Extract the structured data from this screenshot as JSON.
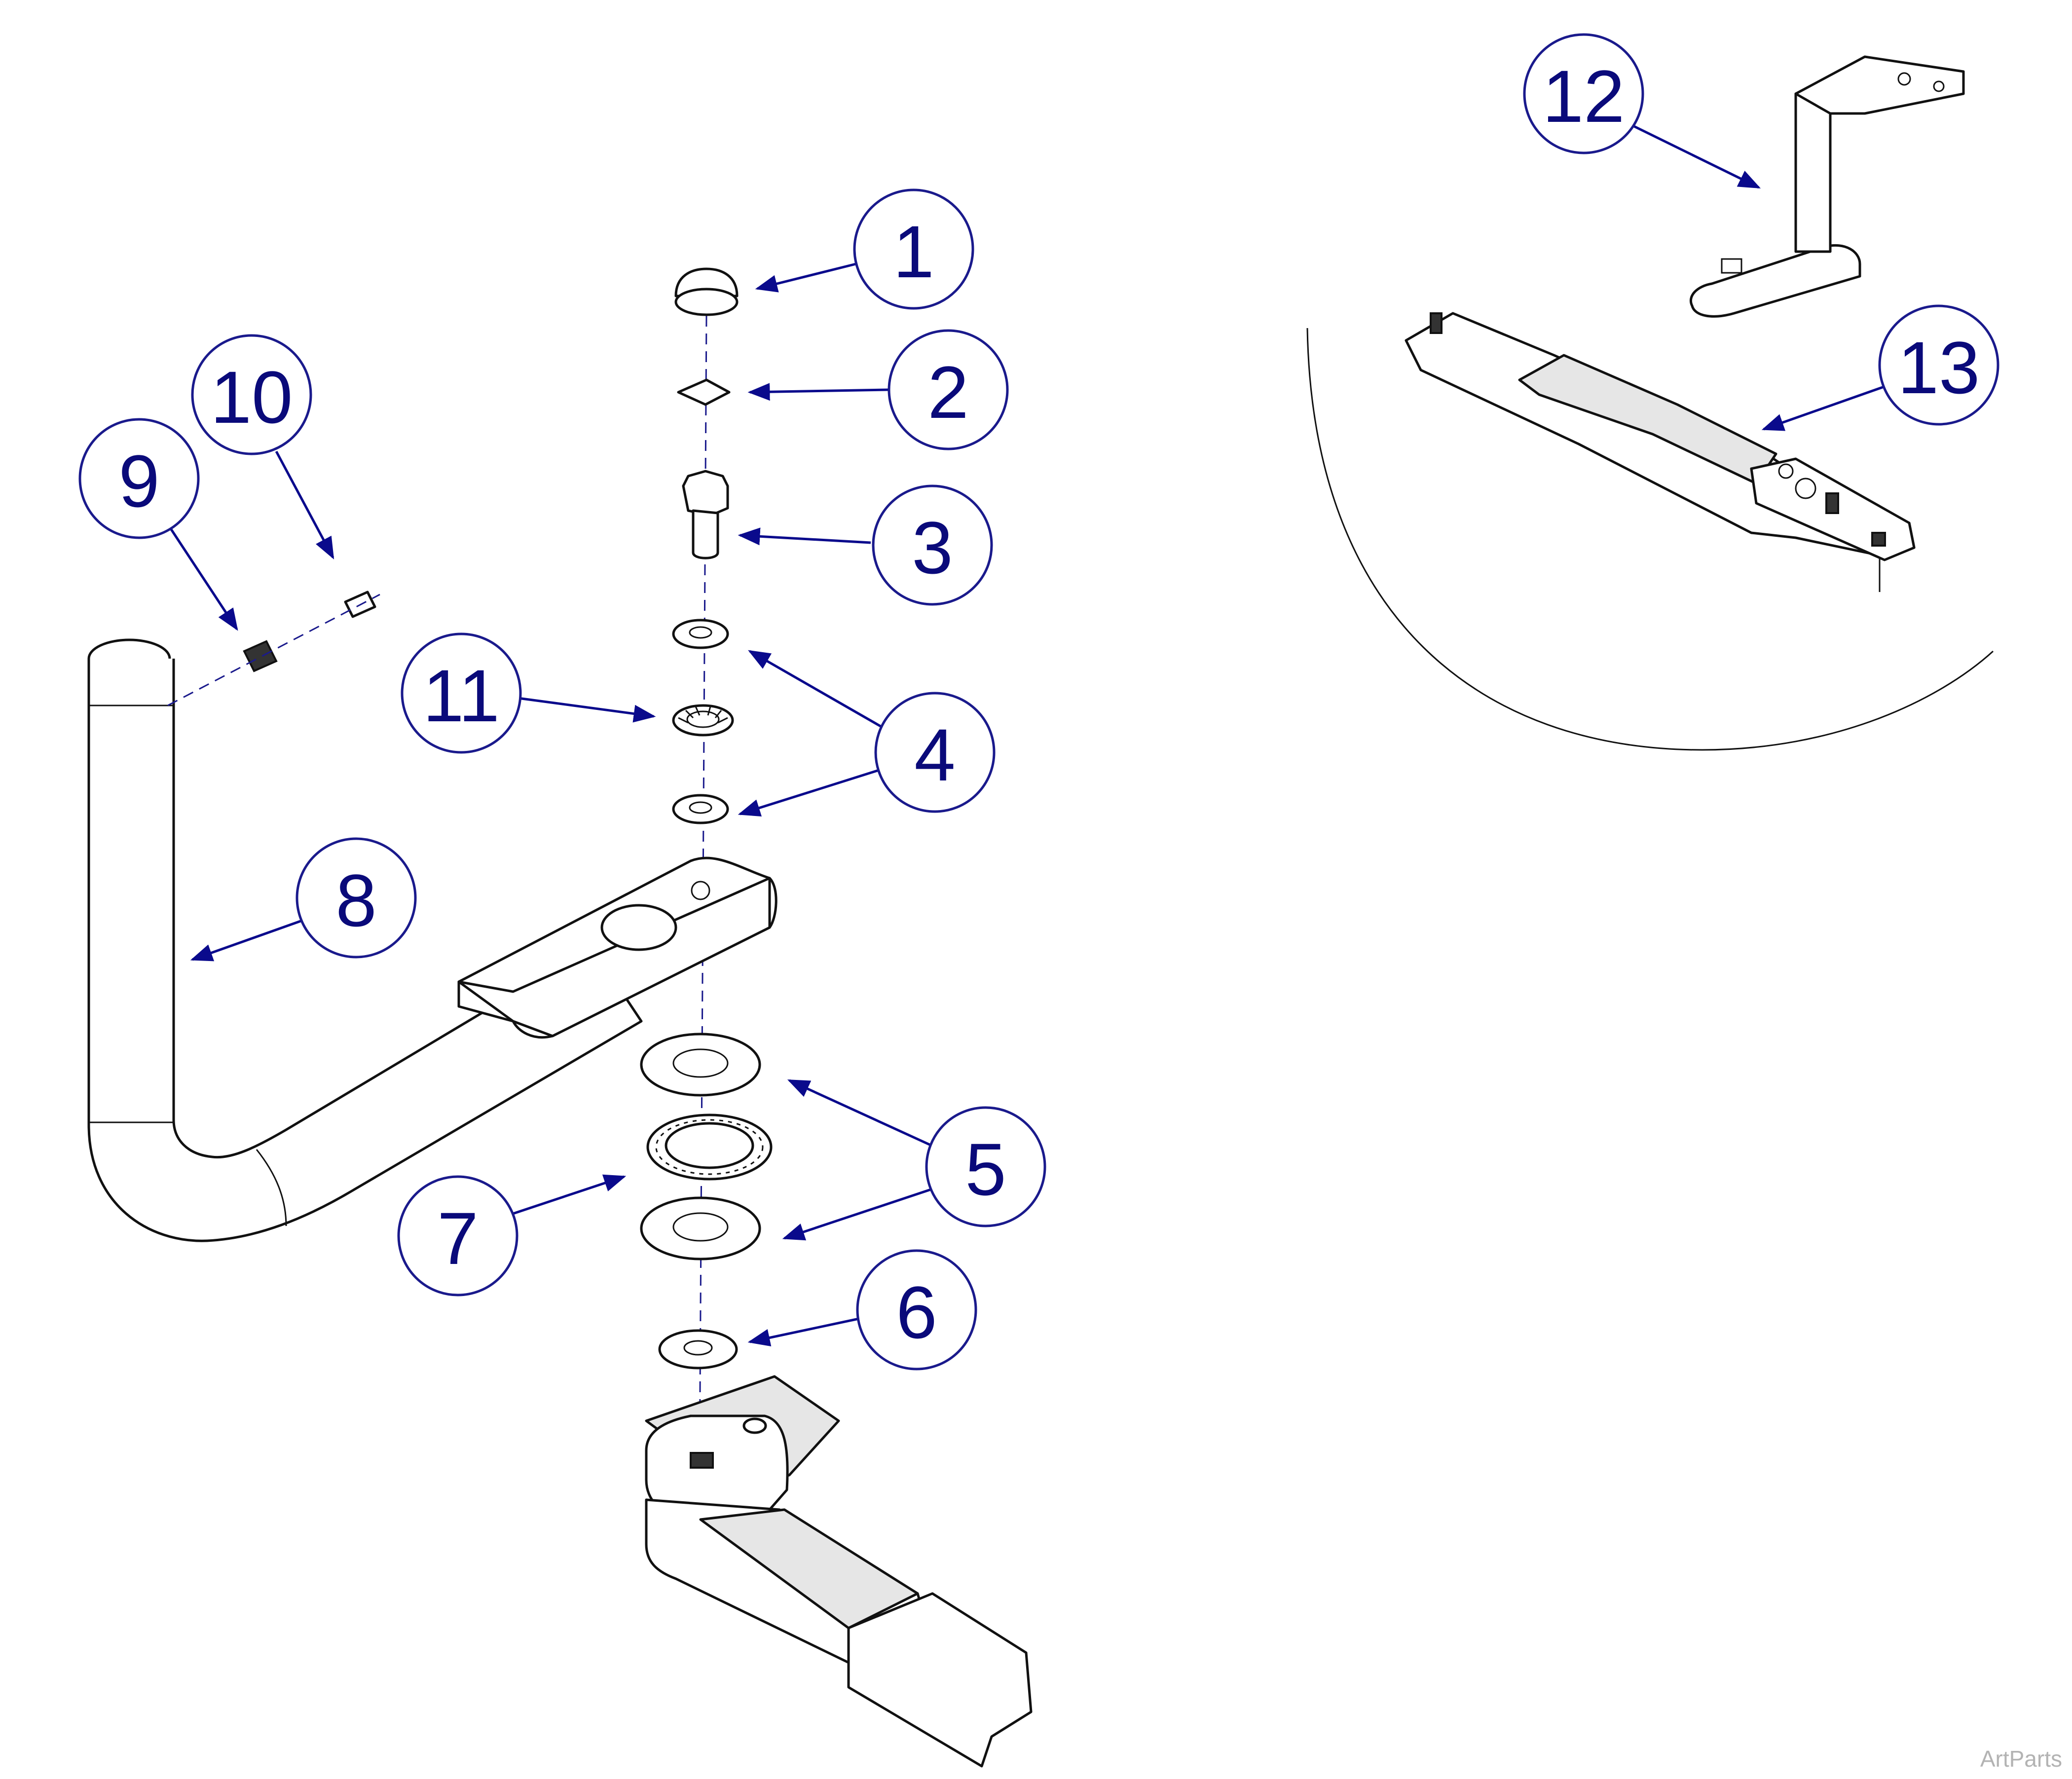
{
  "callouts": [
    {
      "id": "1",
      "label": "1"
    },
    {
      "id": "2",
      "label": "2"
    },
    {
      "id": "3",
      "label": "3"
    },
    {
      "id": "4a",
      "label": "4"
    },
    {
      "id": "5",
      "label": "5"
    },
    {
      "id": "6",
      "label": "6"
    },
    {
      "id": "7",
      "label": "7"
    },
    {
      "id": "8",
      "label": "8"
    },
    {
      "id": "9",
      "label": "9"
    },
    {
      "id": "10",
      "label": "10"
    },
    {
      "id": "11",
      "label": "11"
    },
    {
      "id": "12",
      "label": "12"
    },
    {
      "id": "13",
      "label": "13"
    }
  ],
  "watermark": "ArtParts",
  "colors": {
    "callout": "#1a1a8c",
    "line": "#111111",
    "background": "#ffffff"
  }
}
